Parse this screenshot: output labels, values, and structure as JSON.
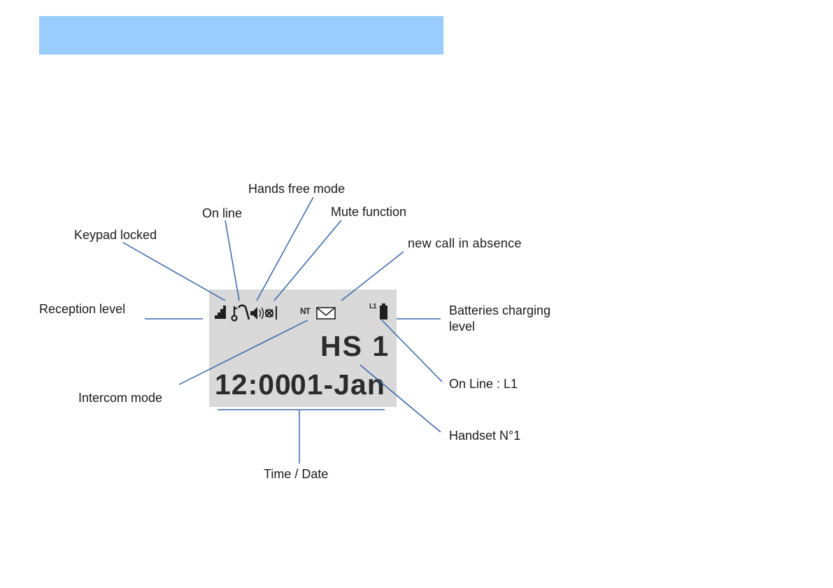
{
  "lcd": {
    "handset": "HS 1",
    "time": "12:00",
    "date": "01-Jan",
    "intercom_badge": "NT",
    "line_badge": "L1"
  },
  "labels": {
    "hands_free": "Hands free mode",
    "on_line": "On line",
    "mute": "Mute function",
    "keypad": "Keypad locked",
    "new_call": "new call in absence",
    "reception": "Reception level",
    "batteries_1": "Batteries charging",
    "batteries_2": "level",
    "intercom": "Intercom mode",
    "on_line_l1": "On Line : L1",
    "handset": "Handset N°1",
    "time_date": "Time / Date"
  },
  "colors": {
    "header_bar": "#99ccff",
    "lcd_background": "#d9d9d9",
    "leader_line": "#3a64a8"
  }
}
